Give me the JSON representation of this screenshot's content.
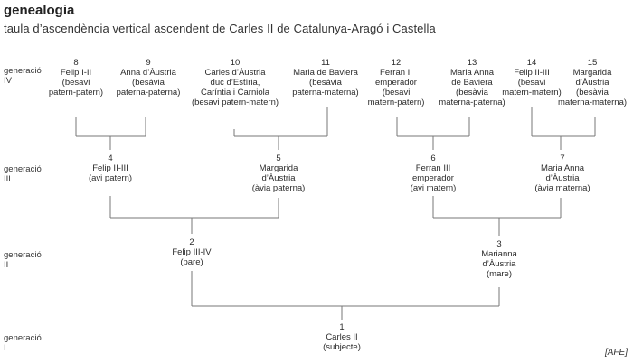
{
  "header": {
    "title": "genealogia",
    "subtitle": "taula d’ascendència vertical ascendent de Carles II de Catalunya-Aragó i Castella"
  },
  "generations": [
    {
      "label1": "generació",
      "label2": "IV"
    },
    {
      "label1": "generació",
      "label2": "III"
    },
    {
      "label1": "generació",
      "label2": "II"
    },
    {
      "label1": "generació",
      "label2": "I"
    }
  ],
  "nodes": [
    {
      "id": "n8",
      "lines": [
        "8",
        "Felip I-II",
        "(besavi",
        "patern-patern)"
      ]
    },
    {
      "id": "n9",
      "lines": [
        "9",
        "Anna d’Àustria",
        "(besàvia",
        "paterna-paterna)"
      ]
    },
    {
      "id": "n10",
      "lines": [
        "10",
        "Carles d’Àustria",
        "duc d’Estíria,",
        "Caríntia i Carniola",
        "(besavi patern-matern)"
      ]
    },
    {
      "id": "n11",
      "lines": [
        "11",
        "Maria de Baviera",
        "(besàvia",
        "paterna-materna)"
      ]
    },
    {
      "id": "n12",
      "lines": [
        "12",
        "Ferran II",
        "emperador",
        "(besavi",
        "matern-patern)"
      ]
    },
    {
      "id": "n13",
      "lines": [
        "13",
        "Maria Anna",
        "de Baviera",
        "(besàvia",
        "materna-paterna)"
      ]
    },
    {
      "id": "n14",
      "lines": [
        "14",
        "Felip II-III",
        "(besavi",
        "matern-matern)"
      ]
    },
    {
      "id": "n15",
      "lines": [
        "15",
        "Margarida",
        "d’Àustria",
        "(besàvia",
        "materna-materna)"
      ]
    },
    {
      "id": "n4",
      "lines": [
        "4",
        "Felip II-III",
        "(avi patern)"
      ]
    },
    {
      "id": "n5",
      "lines": [
        "5",
        "Margarida",
        "d’Àustria",
        "(àvia paterna)"
      ]
    },
    {
      "id": "n6",
      "lines": [
        "6",
        "Ferran III",
        "emperador",
        "(avi matern)"
      ]
    },
    {
      "id": "n7",
      "lines": [
        "7",
        "Maria Anna",
        "d’Àustria",
        "(àvia materna)"
      ]
    },
    {
      "id": "n2",
      "lines": [
        "2",
        "Felip III-IV",
        "(pare)"
      ]
    },
    {
      "id": "n3",
      "lines": [
        "3",
        "Marianna",
        "d’Àustria",
        "(mare)"
      ]
    },
    {
      "id": "n1",
      "lines": [
        "1",
        "Carles II",
        "(subjecte)"
      ]
    }
  ],
  "credit": "[AFE]"
}
